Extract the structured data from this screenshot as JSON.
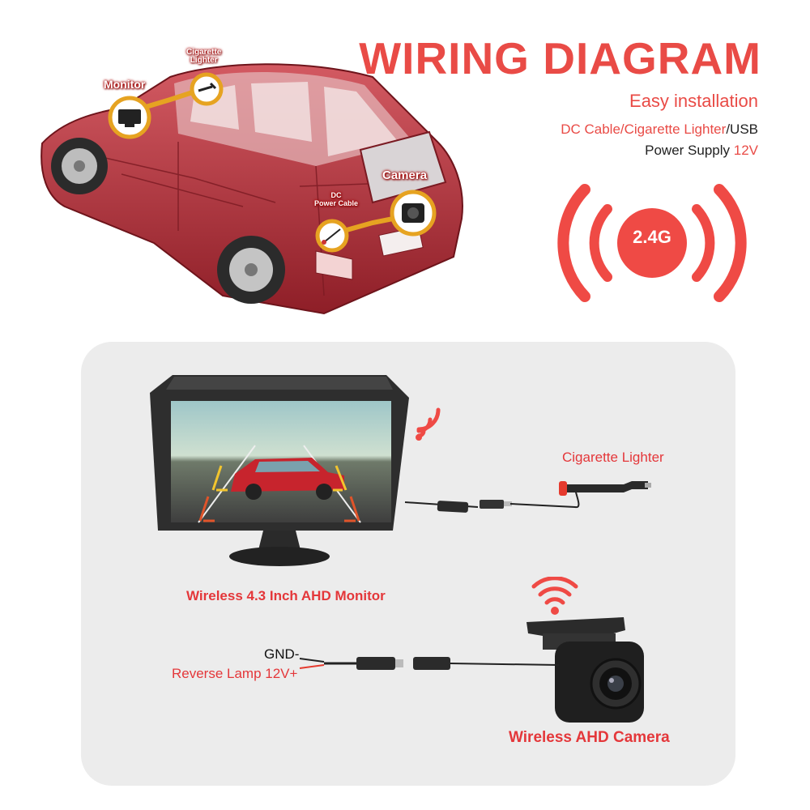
{
  "header": {
    "title": "WIRING DIAGRAM",
    "subtitle": "Easy installation",
    "power_line1_a": "DC Cable/Cigarette Lighter",
    "power_line1_b": "/USB",
    "power_line2_a": "Power Supply ",
    "power_line2_b": "12V"
  },
  "wireless_badge": {
    "label": "2.4G"
  },
  "car_labels": {
    "monitor": "Monitor",
    "cigarette_lighter_1": "Cigarette",
    "cigarette_lighter_2": "Lighter",
    "camera": "Camera",
    "dc_power_1": "DC",
    "dc_power_2": "Power Cable"
  },
  "panel": {
    "monitor_label": "Wireless 4.3 Inch AHD Monitor",
    "cigarette_label": "Cigarette Lighter",
    "gnd_label": "GND-",
    "reverse_label": "Reverse Lamp 12V+",
    "camera_label": "Wireless AHD Camera"
  },
  "colors": {
    "accent": "#e94b46",
    "panel_bg": "#ececec",
    "car_red": "#b8323a",
    "gold": "#e6a321"
  }
}
